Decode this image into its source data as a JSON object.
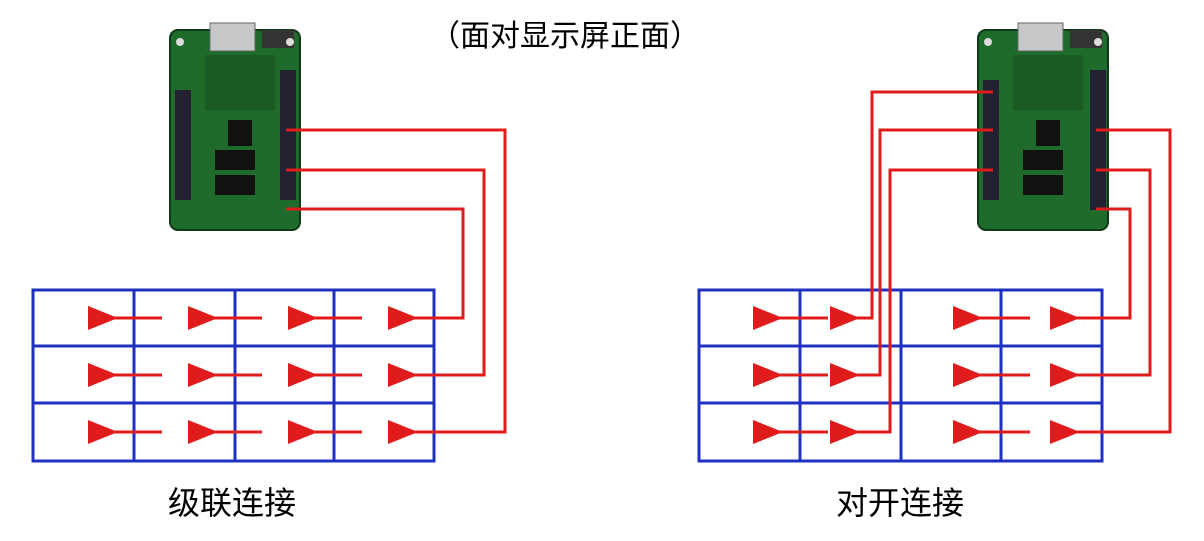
{
  "header_note": "（面对显示屏正面）",
  "left_caption": "级联连接",
  "right_caption": "对开连接",
  "colors": {
    "grid": "#1f2fbf",
    "wire": "#e01b1b",
    "board": "#1f6b2c"
  }
}
